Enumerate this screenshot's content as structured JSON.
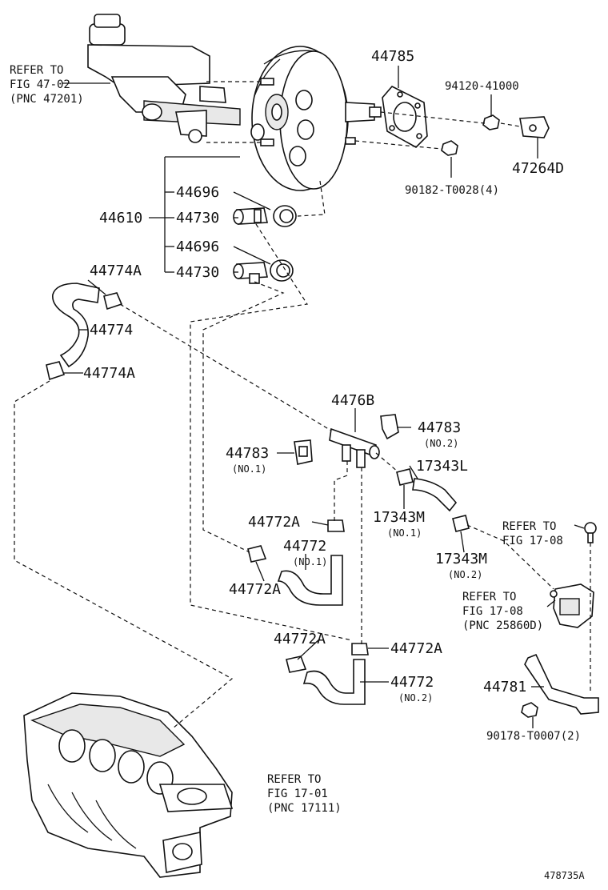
{
  "labels": {
    "p44785": "44785",
    "p94120": "94120-41000",
    "p47264d": "47264D",
    "p90182": "90182-T0028(4)",
    "p44610": "44610",
    "p44696a": "44696",
    "p44730a": "44730",
    "p44696b": "44696",
    "p44730b": "44730",
    "p44774a_top": "44774A",
    "p44774": "44774",
    "p44774a_bot": "44774A",
    "p4476b": "4476B",
    "p44783_no2": "44783",
    "p44783_no2_sub": "(NO.2)",
    "p44783_no1": "44783",
    "p44783_no1_sub": "(NO.1)",
    "p17343l": "17343L",
    "p17343m_no1": "17343M",
    "p17343m_no1_sub": "(NO.1)",
    "p17343m_no2": "17343M",
    "p17343m_no2_sub": "(NO.2)",
    "p44772a_1": "44772A",
    "p44772_no1": "44772",
    "p44772_no1_sub": "(NO.1)",
    "p44772a_2": "44772A",
    "p44772a_3": "44772A",
    "p44772a_4": "44772A",
    "p44772_no2": "44772",
    "p44772_no2_sub": "(NO.2)",
    "p44781": "44781",
    "p90178": "90178-T0007(2)",
    "diagram_id": "478735A"
  },
  "refs": {
    "ref_47_1": "REFER TO",
    "ref_47_2": "FIG 47-02",
    "ref_47_3": "(PNC 47201)",
    "ref_1708a_1": "REFER TO",
    "ref_1708a_2": "FIG 17-08",
    "ref_1708b_1": "REFER TO",
    "ref_1708b_2": "FIG 17-08",
    "ref_1708b_3": "(PNC 25860D)",
    "ref_1701_1": "REFER TO",
    "ref_1701_2": "FIG 17-01",
    "ref_1701_3": "(PNC 17111)"
  }
}
